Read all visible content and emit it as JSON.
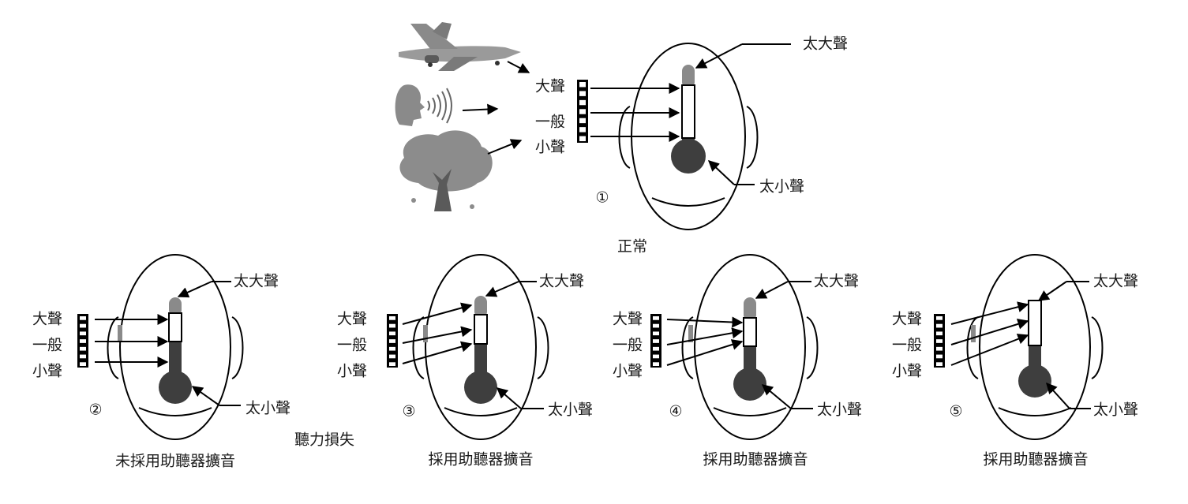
{
  "panel1": {
    "number": "①",
    "caption": "正常",
    "input_labels": {
      "loud": "大聲",
      "normal": "一般",
      "soft": "小聲"
    },
    "too_loud": "太大聲",
    "too_soft": "太小聲"
  },
  "group_caption": "聽力損失",
  "panels": [
    {
      "number": "②",
      "caption": "未採用助聽器擴音",
      "loud": "大聲",
      "normal": "一般",
      "soft": "小聲",
      "too_loud": "太大聲",
      "too_soft": "太小聲"
    },
    {
      "number": "③",
      "caption": "採用助聽器擴音",
      "loud": "大聲",
      "normal": "一般",
      "soft": "小聲",
      "too_loud": "太大聲",
      "too_soft": "太小聲"
    },
    {
      "number": "④",
      "caption": "採用助聽器擴音",
      "loud": "大聲",
      "normal": "一般",
      "soft": "小聲",
      "too_loud": "太大聲",
      "too_soft": "太小聲"
    },
    {
      "number": "⑤",
      "caption": "採用助聽器擴音",
      "loud": "大聲",
      "normal": "一般",
      "soft": "小聲",
      "too_loud": "太大聲",
      "too_soft": "太小聲"
    }
  ],
  "icons": [
    "airplane-icon",
    "speaking-person-icon",
    "tree-icon",
    "sound-level-meter-icon",
    "head-icon",
    "thermometer-icon"
  ],
  "colors": {
    "bulb": "#3e3e3e",
    "top": "#8a8a8a",
    "line": "#000000"
  }
}
